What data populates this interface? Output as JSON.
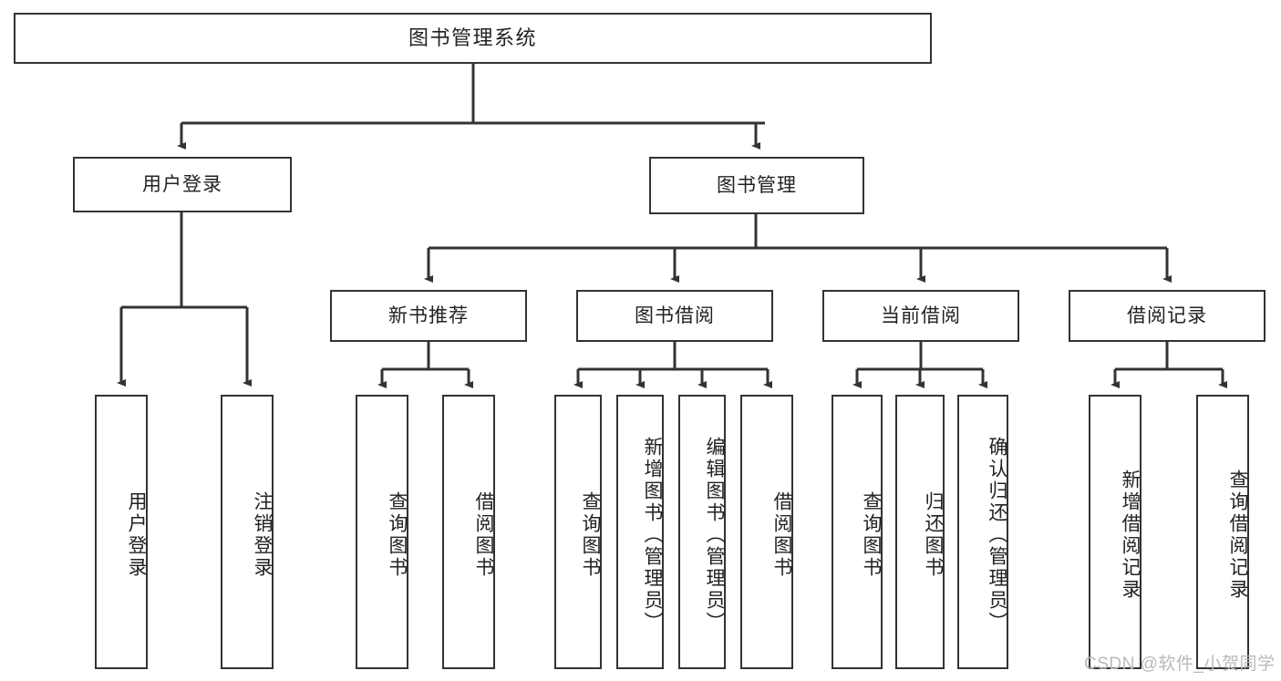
{
  "diagram": {
    "title": "图书管理系统",
    "type": "tree",
    "watermark": "CSDN @软件_小贺同学",
    "colors": {
      "box_border": "#333333",
      "box_fill": "#ffffff",
      "connector": "#333333",
      "text": "#222222",
      "watermark": "#b9b9b9"
    },
    "root": {
      "label": "图书管理系统"
    },
    "level1": [
      {
        "label": "用户登录"
      },
      {
        "label": "图书管理"
      }
    ],
    "level2": [
      {
        "label": "新书推荐"
      },
      {
        "label": "图书借阅"
      },
      {
        "label": "当前借阅"
      },
      {
        "label": "借阅记录"
      }
    ],
    "leaves": {
      "user_login": [
        {
          "label": "用户登录"
        },
        {
          "label": "注销登录"
        }
      ],
      "new_book_recommend": [
        {
          "label": "查询图书"
        },
        {
          "label": "借阅图书"
        }
      ],
      "book_borrow": [
        {
          "label": "查询图书"
        },
        {
          "label": "新增图书（管理员）"
        },
        {
          "label": "编辑图书（管理员）"
        },
        {
          "label": "借阅图书"
        }
      ],
      "current_borrow": [
        {
          "label": "查询图书"
        },
        {
          "label": "归还图书"
        },
        {
          "label": "确认归还（管理员）"
        }
      ],
      "borrow_record": [
        {
          "label": "新增借阅记录"
        },
        {
          "label": "查询借阅记录"
        }
      ]
    }
  }
}
